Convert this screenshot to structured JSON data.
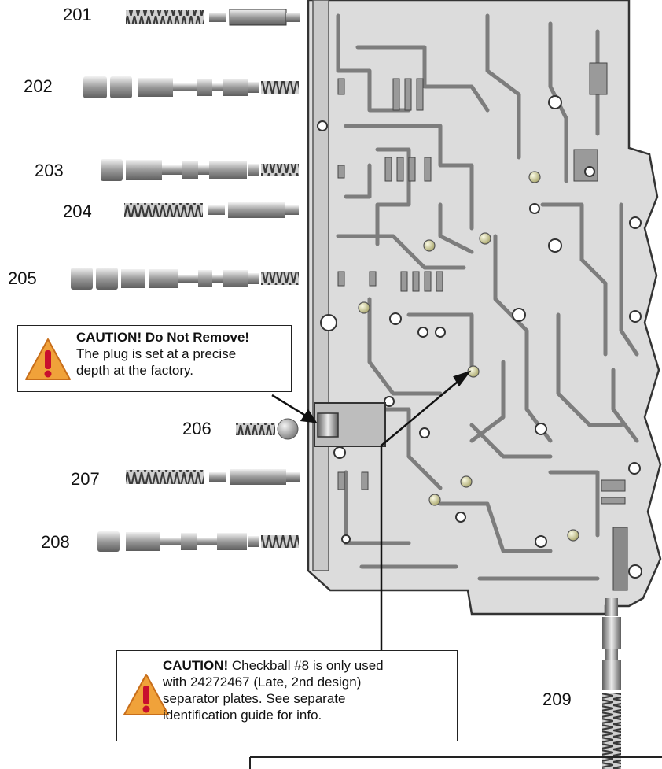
{
  "part_labels": [
    "201",
    "202",
    "203",
    "204",
    "205",
    "206",
    "207",
    "208",
    "209"
  ],
  "caution_plug": {
    "heading": "CAUTION! Do Not Remove!",
    "line1": "The plug is set at a precise",
    "line2": "depth at the factory."
  },
  "caution_checkball": {
    "heading": "CAUTION!",
    "line1_rest": " Checkball #8 is only used",
    "line2": "with 24272467 (Late, 2nd design)",
    "line3": "separator plates. See separate",
    "line4": "identification guide for info."
  },
  "colors": {
    "body_fill": "#dcdcdc",
    "channel": "#8a8a8a",
    "ball": "#d8d69a",
    "warning_fill": "#f0a23a",
    "warning_mark": "#c8102e"
  }
}
